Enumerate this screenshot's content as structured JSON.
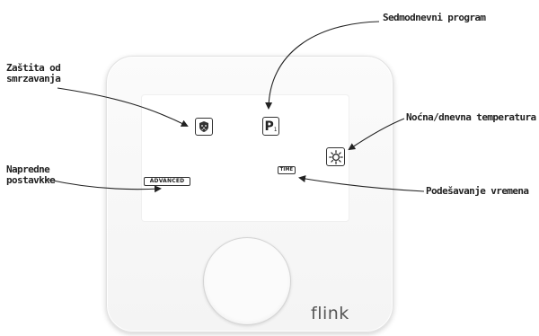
{
  "labels": {
    "frost_line1": "Zaštita od",
    "frost_line2": "smrzavanja",
    "program": "Sedmodnevni program",
    "daynight": "Noćna/dnevna temperatura",
    "advanced_line1": "Napredne",
    "advanced_line2": "postavkke",
    "time_setting": "Podešavanje vremena"
  },
  "display": {
    "program_symbol": "P",
    "program_index": "1",
    "advanced_tag": "ADVANCED",
    "time_tag": "TIME"
  },
  "brand": "flink",
  "icons": {
    "frost": "frost-shield-icon",
    "program": "program-p-icon",
    "daynight": "sun-icon"
  },
  "colors": {
    "device": "#f7f7f7",
    "screen": "#ffffff",
    "ink": "#222222"
  }
}
